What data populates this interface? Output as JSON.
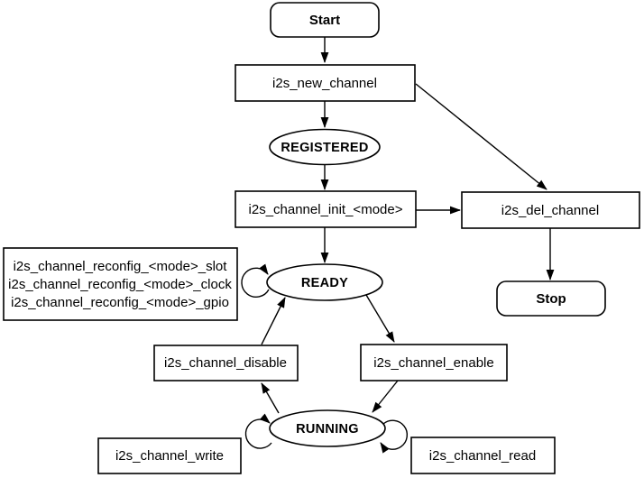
{
  "colors": {
    "state_text": "#0D6FDC",
    "stroke": "#000000",
    "background": "#ffffff"
  },
  "nodes": {
    "start": "Start",
    "new_channel": "i2s_new_channel",
    "registered": "REGISTERED",
    "init": "i2s_channel_init_<mode>",
    "del_channel": "i2s_del_channel",
    "stop": "Stop",
    "ready": "READY",
    "reconfig": {
      "lines": [
        "i2s_channel_reconfig_<mode>_slot",
        "i2s_channel_reconfig_<mode>_clock",
        "i2s_channel_reconfig_<mode>_gpio"
      ]
    },
    "disable": "i2s_channel_disable",
    "enable": "i2s_channel_enable",
    "running": "RUNNING",
    "write": "i2s_channel_write",
    "read": "i2s_channel_read"
  }
}
